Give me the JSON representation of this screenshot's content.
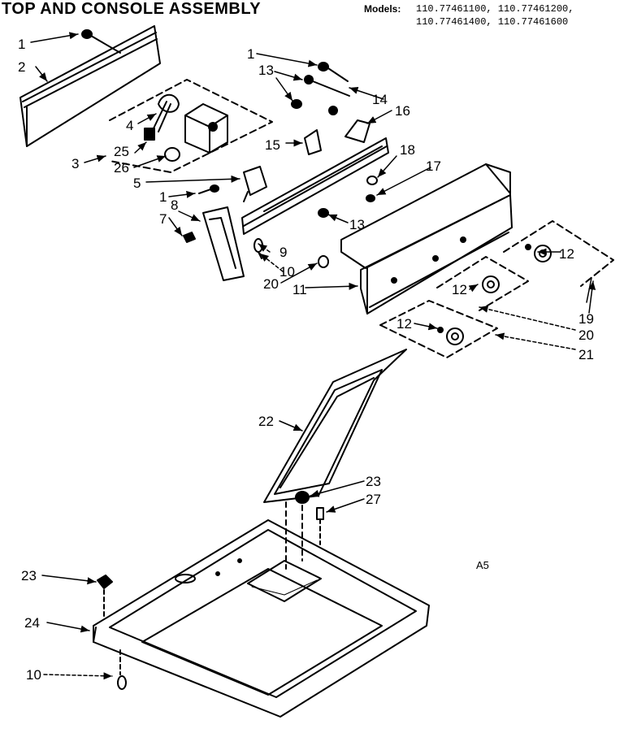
{
  "title": "TOP AND CONSOLE ASSEMBLY",
  "models": {
    "label": "Models:",
    "line1": "110.77461100, 110.77461200,",
    "line2": "110.77461400, 110.77461600"
  },
  "figure_code": "A5",
  "callouts": {
    "c1a": "1",
    "c2": "2",
    "c3": "3",
    "c4": "4",
    "c25": "25",
    "c26": "26",
    "c5": "5",
    "c1b": "1",
    "c8": "8",
    "c7": "7",
    "c9": "9",
    "c10a": "10",
    "c20": "20",
    "c11": "11",
    "c1c": "1",
    "c13a": "13",
    "c14": "14",
    "c16": "16",
    "c15": "15",
    "c18": "18",
    "c17": "17",
    "c13b": "13",
    "c12a": "12",
    "c12b": "12",
    "c12c": "12",
    "c19": "19",
    "c20b": "20",
    "c21": "21",
    "c22": "22",
    "c23a": "23",
    "c27": "27",
    "c23b": "23",
    "c24": "24",
    "c10b": "10"
  }
}
